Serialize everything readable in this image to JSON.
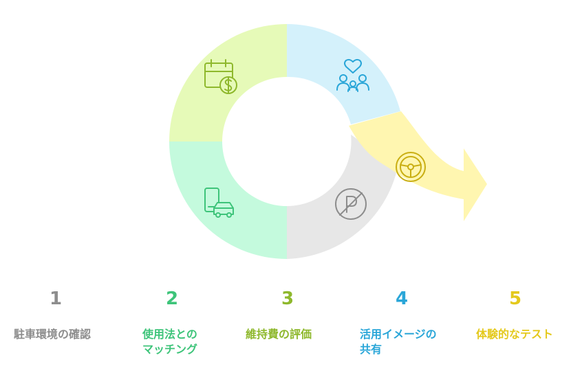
{
  "colors": {
    "step1": "#8d8d8d",
    "step2": "#3ec47a",
    "step3": "#8eb82c",
    "step4": "#2aa6d8",
    "step5": "#e4c91c",
    "segment_calendar": "#e6fab8",
    "segment_phone_car": "#c4fadd",
    "segment_no_parking": "#e7e7e7",
    "segment_family": "#d4f1fb",
    "arrow": "#fff6b0"
  },
  "icons": {
    "segment_calendar": "calendar-dollar-icon",
    "segment_phone_car": "phone-car-icon",
    "segment_no_parking": "no-parking-icon",
    "segment_family": "family-heart-icon",
    "arrow": "steering-wheel-icon"
  },
  "steps": [
    {
      "number": "1",
      "label": "駐車環境の確認"
    },
    {
      "number": "2",
      "label": "使用法との\nマッチング"
    },
    {
      "number": "3",
      "label": "維持費の評価"
    },
    {
      "number": "4",
      "label": "活用イメージの\n共有"
    },
    {
      "number": "5",
      "label": "体験的なテスト"
    }
  ]
}
